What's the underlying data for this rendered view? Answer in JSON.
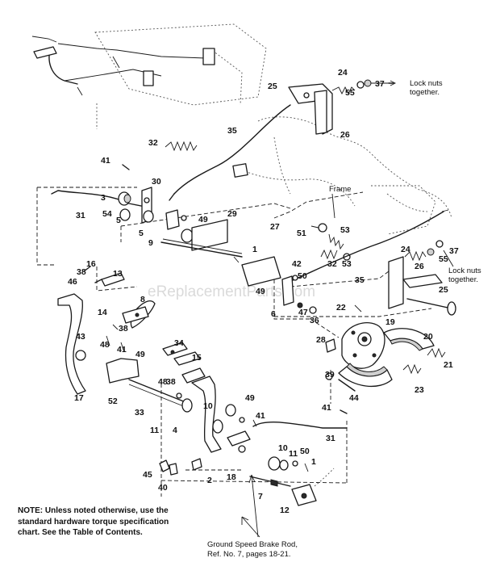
{
  "callouts": {
    "lock_nuts_top": [
      "Lock nuts",
      "together."
    ],
    "lock_nuts_right": [
      "Lock nuts",
      "together."
    ],
    "frame": "Frame"
  },
  "note": "NOTE: Unless noted otherwise, use the standard hardware torque specification chart. See the Table of Contents.",
  "reference": [
    "Ground Speed Brake Rod,",
    "Ref. No. 7, pages 18-21."
  ],
  "watermark": "eReplacementParts.com",
  "part_numbers": [
    "1",
    "2",
    "3",
    "4",
    "5",
    "6",
    "7",
    "8",
    "9",
    "10",
    "11",
    "12",
    "13",
    "14",
    "15",
    "16",
    "17",
    "18",
    "19",
    "20",
    "21",
    "22",
    "23",
    "24",
    "25",
    "26",
    "27",
    "28",
    "29",
    "30",
    "31",
    "32",
    "33",
    "34",
    "35",
    "36",
    "37",
    "38",
    "39",
    "40",
    "41",
    "42",
    "43",
    "44",
    "45",
    "46",
    "47",
    "48",
    "49",
    "50",
    "51",
    "52",
    "53",
    "54",
    "55"
  ],
  "labels": [
    {
      "id": "l24a",
      "text": "24"
    },
    {
      "id": "l25a",
      "text": "25"
    },
    {
      "id": "l55a",
      "text": "55"
    },
    {
      "id": "l37a",
      "text": "37"
    },
    {
      "id": "l26a",
      "text": "26"
    },
    {
      "id": "l35a",
      "text": "35"
    },
    {
      "id": "l32a",
      "text": "32"
    },
    {
      "id": "l41a",
      "text": "41"
    },
    {
      "id": "l30",
      "text": "30"
    },
    {
      "id": "l3",
      "text": "3"
    },
    {
      "id": "l54",
      "text": "54"
    },
    {
      "id": "l5a",
      "text": "5"
    },
    {
      "id": "l49a",
      "text": "49"
    },
    {
      "id": "l29",
      "text": "29"
    },
    {
      "id": "l31a",
      "text": "31"
    },
    {
      "id": "l5b",
      "text": "5"
    },
    {
      "id": "l9",
      "text": "9"
    },
    {
      "id": "l27",
      "text": "27"
    },
    {
      "id": "l1a",
      "text": "1"
    },
    {
      "id": "l51a",
      "text": "51"
    },
    {
      "id": "l53a",
      "text": "53"
    },
    {
      "id": "l32b",
      "text": "32"
    },
    {
      "id": "l53b",
      "text": "53"
    },
    {
      "id": "l24b",
      "text": "24"
    },
    {
      "id": "l55b",
      "text": "55"
    },
    {
      "id": "l37b",
      "text": "37"
    },
    {
      "id": "l26b",
      "text": "26"
    },
    {
      "id": "l25b",
      "text": "25"
    },
    {
      "id": "l42",
      "text": "42"
    },
    {
      "id": "l50a",
      "text": "50"
    },
    {
      "id": "l49b",
      "text": "49"
    },
    {
      "id": "l6",
      "text": "6"
    },
    {
      "id": "l35b",
      "text": "35"
    },
    {
      "id": "l47",
      "text": "47"
    },
    {
      "id": "l36",
      "text": "36"
    },
    {
      "id": "l22",
      "text": "22"
    },
    {
      "id": "l19",
      "text": "19"
    },
    {
      "id": "l20",
      "text": "20"
    },
    {
      "id": "l28",
      "text": "28"
    },
    {
      "id": "l21",
      "text": "21"
    },
    {
      "id": "l39",
      "text": "39"
    },
    {
      "id": "l44",
      "text": "44"
    },
    {
      "id": "l23",
      "text": "23"
    },
    {
      "id": "l16",
      "text": "16"
    },
    {
      "id": "l38a",
      "text": "38"
    },
    {
      "id": "l13",
      "text": "13"
    },
    {
      "id": "l46",
      "text": "46"
    },
    {
      "id": "l8",
      "text": "8"
    },
    {
      "id": "l14",
      "text": "14"
    },
    {
      "id": "l38b",
      "text": "38"
    },
    {
      "id": "l43",
      "text": "43"
    },
    {
      "id": "l48a",
      "text": "48"
    },
    {
      "id": "l41b",
      "text": "41"
    },
    {
      "id": "l49c",
      "text": "49"
    },
    {
      "id": "l34",
      "text": "34"
    },
    {
      "id": "l15",
      "text": "15"
    },
    {
      "id": "l48b",
      "text": "48"
    },
    {
      "id": "l38c",
      "text": "38"
    },
    {
      "id": "l17",
      "text": "17"
    },
    {
      "id": "l52",
      "text": "52"
    },
    {
      "id": "l33",
      "text": "33"
    },
    {
      "id": "l10a",
      "text": "10"
    },
    {
      "id": "l49d",
      "text": "49"
    },
    {
      "id": "l41c",
      "text": "41"
    },
    {
      "id": "l11a",
      "text": "11"
    },
    {
      "id": "l4",
      "text": "4"
    },
    {
      "id": "l41d",
      "text": "41"
    },
    {
      "id": "l31b",
      "text": "31"
    },
    {
      "id": "l10b",
      "text": "10"
    },
    {
      "id": "l11b",
      "text": "11"
    },
    {
      "id": "l50b",
      "text": "50"
    },
    {
      "id": "l1b",
      "text": "1"
    },
    {
      "id": "l45",
      "text": "45"
    },
    {
      "id": "l2",
      "text": "2"
    },
    {
      "id": "l18",
      "text": "18"
    },
    {
      "id": "l7",
      "text": "7"
    },
    {
      "id": "l40",
      "text": "40"
    },
    {
      "id": "l12",
      "text": "12"
    }
  ]
}
